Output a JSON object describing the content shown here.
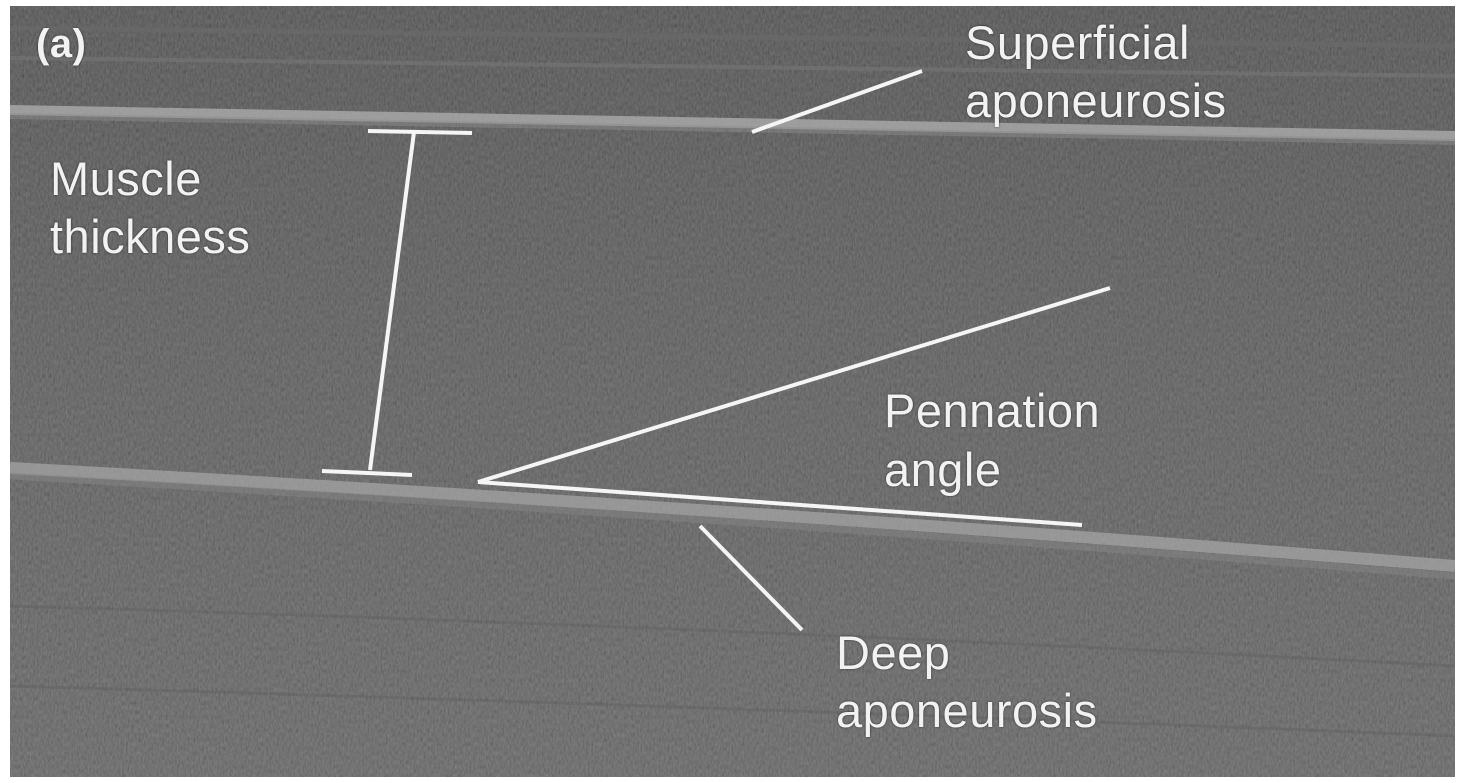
{
  "figure": {
    "panel_label": "(a)",
    "labels": {
      "superficial_line1": "Superficial",
      "superficial_line2": "aponeurosis",
      "muscle_line1": "Muscle",
      "muscle_line2": "thickness",
      "pennation_line1": "Pennation",
      "pennation_line2": "angle",
      "deep_line1": "Deep",
      "deep_line2": "aponeurosis"
    },
    "colors": {
      "background": "#4a4a4a",
      "annotation": "#f5f5f5",
      "aponeurosis_band": "#b8b8b8"
    }
  }
}
